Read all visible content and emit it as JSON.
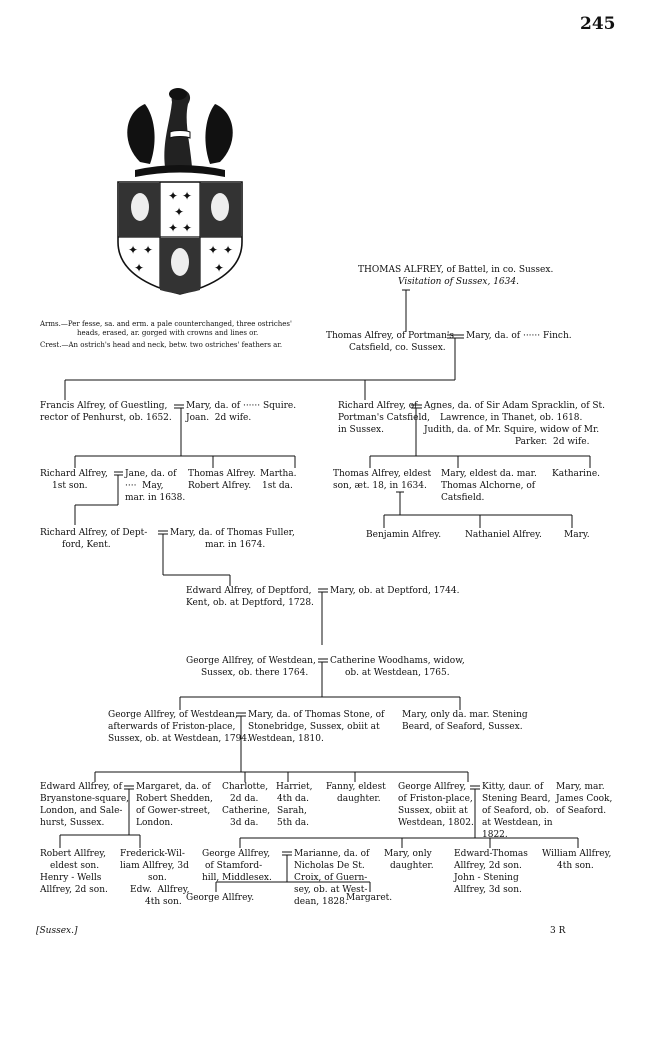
{
  "page_number": "245",
  "header": {
    "line1": "THOMAS ALFREY, of Battel, in co. Sussex.",
    "line2": "Visitation of Sussex, 1634."
  },
  "arms": {
    "arms_line1": "Arms.—Per fesse, sa. and erm. a pale counterchanged, three ostriches'",
    "arms_line2": "heads, erased, ar. gorged with crowns and lines or.",
    "crest_line": "Crest.—An ostrich's head and neck, betw. two ostriches' feathers ar."
  },
  "gen1": {
    "thomas": "Thomas Alfrey, of Portman's",
    "thomas2": "Catsfield, co. Sussex.",
    "mary": "Mary, da. of ······ Finch."
  },
  "gen2": {
    "francis1": "Francis Alfrey, of Guestling,",
    "francis2": "rector of Penhurst, ob. 1652.",
    "mary1": "Mary, da. of ······ Squire.",
    "mary2": "Joan.  2d wife.",
    "richard1": "Richard Alfrey, of",
    "richard2": "Portman's Catsfield,",
    "richard3": "in Sussex.",
    "agnes1": "Agnes, da. of Sir Adam Spracklin, of St.",
    "agnes2": "Lawrence, in Thanet, ob. 1618.",
    "agnes3": "Judith, da. of Mr. Squire, widow of Mr.",
    "agnes4": "Parker.  2d wife."
  },
  "gen3": {
    "richard1": "Richard Alfrey,",
    "richard2": "1st son.",
    "jane1": "Jane, da. of",
    "jane2": "····  May,",
    "jane3": "mar. in 1638.",
    "thomas1": "Thomas Alfrey.",
    "thomas2": "Robert Alfrey.",
    "martha1": "Martha.",
    "martha2": "1st da.",
    "thomasb1": "Thomas Alfrey, eldest",
    "thomasb2": "son, æt. 18, in 1634.",
    "maryb1": "Mary, eldest da. mar.",
    "maryb2": "Thomas Alchorne, of",
    "maryb3": "Catsfield.",
    "katharine": "Katharine."
  },
  "gen4": {
    "richard1": "Richard Alfrey, of Dept-",
    "richard2": "ford, Kent.",
    "mary1": "Mary, da. of Thomas Fuller,",
    "mary2": "mar. in 1674.",
    "benjamin": "Benjamin Alfrey.",
    "nathaniel": "Nathaniel Alfrey.",
    "mary_c": "Mary."
  },
  "gen5": {
    "edward1": "Edward Alfrey, of Deptford,",
    "edward2": "Kent, ob. at Deptford, 1728.",
    "mary": "Mary, ob. at Deptford, 1744."
  },
  "gen6": {
    "george1": "George Allfrey, of Westdean,",
    "george2": "Sussex, ob. there 1764.",
    "cath1": "Catherine Woodhams, widow,",
    "cath2": "ob. at Westdean, 1765."
  },
  "gen7": {
    "george1": "George Allfrey, of Westdean,",
    "george2": "afterwards of Friston-place,",
    "george3": "Sussex, ob. at Westdean, 1794.",
    "mary1": "Mary, da. of Thomas Stone, of",
    "mary2": "Stonebridge, Sussex, obiit at",
    "mary3": "Westdean, 1810.",
    "maryb1": "Mary, only da. mar. Stening",
    "maryb2": "Beard, of Seaford, Sussex."
  },
  "gen8": {
    "edward1": "Edward Allfrey, of",
    "edward2": "Bryanstone-square,",
    "edward3": "London, and Sale-",
    "edward4": "hurst, Sussex.",
    "margaret1": "Margaret, da. of",
    "margaret2": "Robert Shedden,",
    "margaret3": "of Gower-street,",
    "margaret4": "London.",
    "charlotte1": "Charlotte,",
    "charlotte2": "2d da.",
    "charlotte3": "Catherine,",
    "charlotte4": "3d da.",
    "harriet1": "Harriet,",
    "harriet2": "4th da.",
    "harriet3": "Sarah,",
    "harriet4": "5th da.",
    "fanny1": "Fanny, eldest",
    "fanny2": "daughter.",
    "george1": "George Allfrey,",
    "george2": "of Friston-place,",
    "george3": "Sussex, obiit at",
    "george4": "Westdean, 1802.",
    "kitty1": "Kitty, daur. of",
    "kitty2": "Stening Beard,",
    "kitty3": "of Seaford, ob.",
    "kitty4": "at Westdean, in",
    "kitty5": "1822.",
    "maryc1": "Mary, mar.",
    "maryc2": "James Cook,",
    "maryc3": "of Seaford."
  },
  "gen9": {
    "robert1": "Robert Allfrey,",
    "robert2": "eldest son.",
    "robert3": "Henry - Wells",
    "robert4": "Allfrey, 2d son.",
    "frederick1": "Frederick-Wil-",
    "frederick2": "liam Allfrey, 3d",
    "frederick3": "son.",
    "frederick4": "Edw.  Allfrey,",
    "frederick5": "4th son.",
    "george1": "George Allfrey,",
    "george2": "of Stamford-",
    "george3": "hill, Middlesex.",
    "marianne1": "Marianne, da. of",
    "marianne2": "Nicholas De St.",
    "marianne3": "Croix, of Guern-",
    "marianne4": "sey, ob. at West-",
    "marianne5": "dean, 1828.",
    "mary1": "Mary, only",
    "mary2": "daughter.",
    "edwardt1": "Edward-Thomas",
    "edwardt2": "Allfrey, 2d son.",
    "edwardt3": "John - Stening",
    "edwardt4": "Allfrey, 3d son.",
    "william1": "William Allfrey,",
    "william2": "4th son."
  },
  "gen10": {
    "george": "George Allfrey.",
    "margaret": "Margaret."
  },
  "footer": {
    "left": "[Sussex.]",
    "right": "3 R"
  }
}
